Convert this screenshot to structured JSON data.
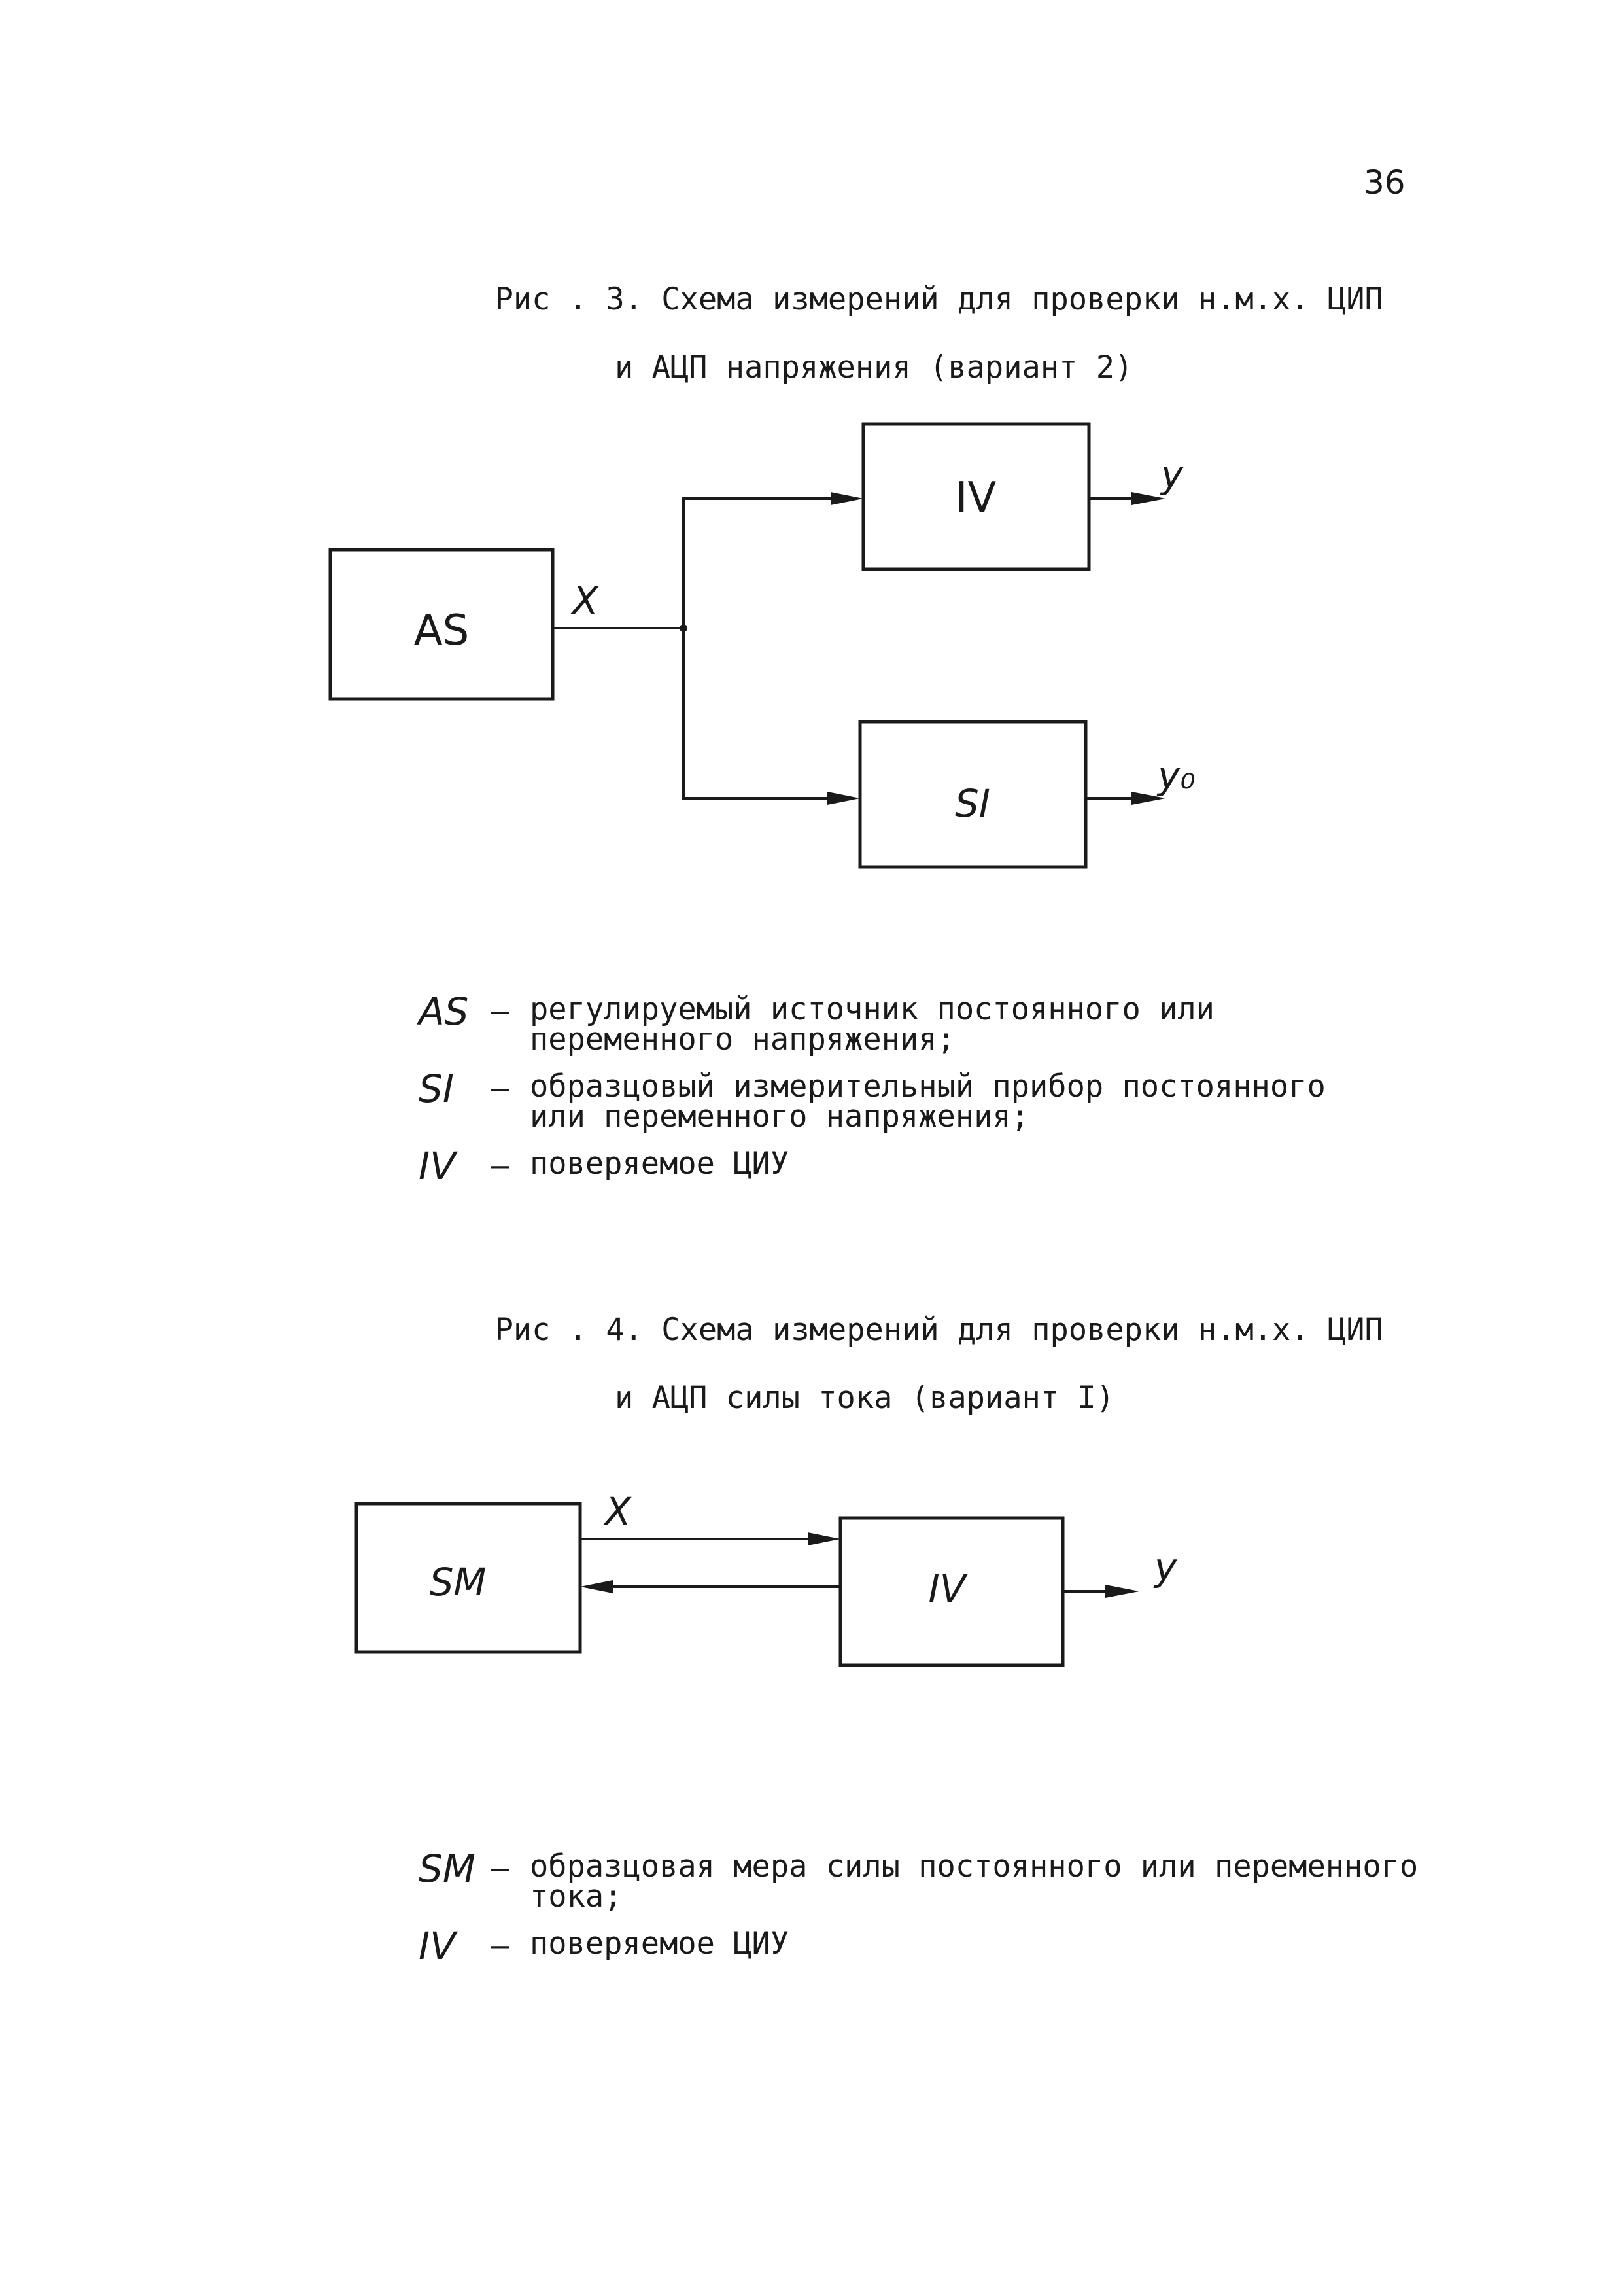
{
  "page_number": "36",
  "figure3": {
    "caption_line1": "Рис . 3. Схема измерений для проверки н.м.х. ЦИП",
    "caption_line2": "и АЦП напряжения (вариант 2)",
    "blocks": {
      "as": "AS",
      "iv": "IV",
      "si": "SI"
    },
    "signals": {
      "x": "X",
      "y": "y",
      "y0": "y₀"
    },
    "legend": [
      {
        "symbol": "AS",
        "text": "регулируемый источник постоянного или\nпеременного напряжения;"
      },
      {
        "symbol": "SI",
        "text": "образцовый измерительный прибор постоянного\nили переменного напряжения;"
      },
      {
        "symbol": "IV",
        "text": "поверяемое ЦИУ"
      }
    ]
  },
  "figure4": {
    "caption_line1": "Рис . 4. Схема измерений для проверки н.м.х. ЦИП",
    "caption_line2": "и АЦП силы тока (вариант I)",
    "blocks": {
      "sm": "SM",
      "iv": "IV"
    },
    "signals": {
      "x": "X",
      "y": "y"
    },
    "legend": [
      {
        "symbol": "SM",
        "text": "образцовая мера силы постоянного или переменного\nтока;"
      },
      {
        "symbol": "IV",
        "text": "поверяемое ЦИУ"
      }
    ]
  }
}
